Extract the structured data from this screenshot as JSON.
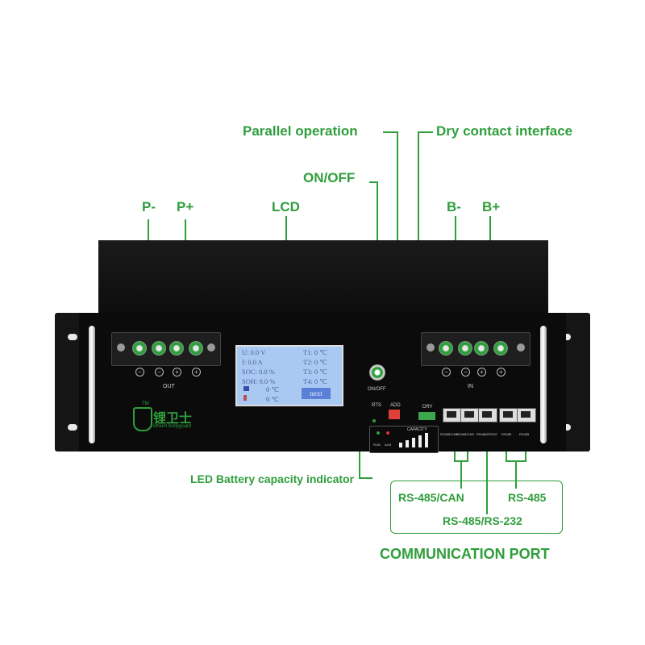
{
  "callouts": {
    "parallel": "Parallel operation",
    "dry_contact": "Dry contact interface",
    "onoff": "ON/OFF",
    "p_minus": "P-",
    "p_plus": "P+",
    "lcd": "LCD",
    "b_minus": "B-",
    "b_plus": "B+",
    "led": "LED Battery capacity indicator",
    "rs485_can": "RS-485/CAN",
    "rs485": "RS-485",
    "rs485_232": "RS-485/RS-232",
    "comm_port": "COMMUNICATION PORT"
  },
  "device": {
    "out_label": "OUT",
    "in_label": "IN",
    "onoff_label": "ON/OFF",
    "rts_label": "RTS",
    "addr_label": "ADD",
    "dry_label": "DRY",
    "capacity_label": "CAPACITY",
    "run_label": "RUN",
    "alm_label": "ALM",
    "port_labels": [
      "RS485/CAN",
      "RS485/CAN",
      "RS485/RS232",
      "RS485",
      "RS485"
    ],
    "logo_text": "锂卫士",
    "logo_sub": "lithium bodyguard",
    "logo_tm": "TM"
  },
  "lcd": {
    "u": "U: 0.0  V",
    "i": "I:  0.0  A",
    "soc": "SOC: 0.0  %",
    "soh": "SOH: 0.0  %",
    "t1": "T1:   0  ℃",
    "t2": "T2:   0  ℃",
    "t3": "T3:   0  ℃",
    "t4": "T4:   0  ℃",
    "temp1": "0  ℃",
    "temp2": "0  ℃",
    "button": "next"
  },
  "colors": {
    "accent": "#2f9e3c",
    "device": "#0b0b0b",
    "lcd": "#a9c9f2"
  }
}
